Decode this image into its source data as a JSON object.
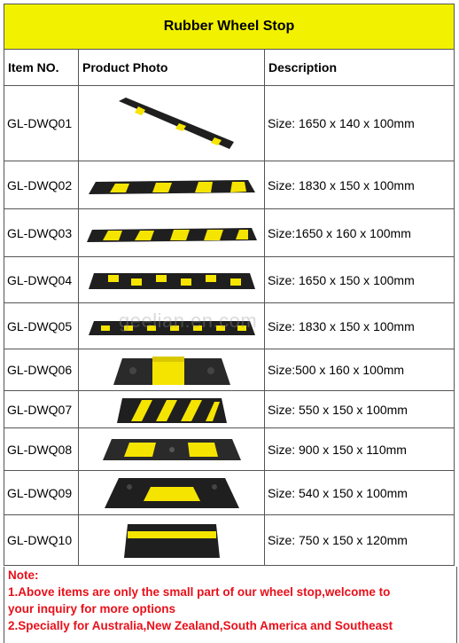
{
  "title": "Rubber Wheel Stop",
  "headers": {
    "item": "Item NO.",
    "photo": "Product Photo",
    "description": "Description"
  },
  "colors": {
    "title_bg": "#f2f200",
    "note_text": "#e8101a",
    "stopper_black": "#1f1f1f",
    "stripe_yellow": "#f5e400"
  },
  "rows": [
    {
      "item": "GL-DWQ01",
      "description": "Size: 1650 x 140 x 100mm",
      "photo_icon": "long-stopper-angled-icon"
    },
    {
      "item": "GL-DWQ02",
      "description": "Size: 1830 x 150 x 100mm",
      "photo_icon": "long-stopper-trapezoid-stripes-icon"
    },
    {
      "item": "GL-DWQ03",
      "description": "Size:1650 x 160 x 100mm",
      "photo_icon": "long-stopper-diagonal-stripes-icon"
    },
    {
      "item": "GL-DWQ04",
      "description": "Size: 1650 x 150 x 100mm",
      "photo_icon": "long-stopper-block-stripes-icon"
    },
    {
      "item": "GL-DWQ05",
      "description": "Size: 1830 x 150 x 100mm",
      "photo_icon": "long-stopper-small-stripes-icon"
    },
    {
      "item": "GL-DWQ06",
      "description": "Size:500 x 160 x 100mm",
      "photo_icon": "short-stopper-center-block-icon"
    },
    {
      "item": "GL-DWQ07",
      "description": "Size: 550 x 150 x 100mm",
      "photo_icon": "short-stopper-diagonal-stripes-icon"
    },
    {
      "item": "GL-DWQ08",
      "description": "Size: 900 x 150 x 110mm",
      "photo_icon": "medium-stopper-yellow-blocks-icon"
    },
    {
      "item": "GL-DWQ09",
      "description": "Size: 540 x 150 x 100mm",
      "photo_icon": "short-stopper-center-stripe-icon"
    },
    {
      "item": "GL-DWQ10",
      "description": "Size: 750 x 150 x 120mm",
      "photo_icon": "box-stopper-yellow-band-icon"
    }
  ],
  "note": {
    "heading": "Note:",
    "lines": [
      "1.Above items are only the small part of our wheel stop,welcome to",
      "your inquiry for more options",
      "2.Specially for Australia,New Zealand,South America and Southeast"
    ]
  },
  "watermark": "geelian.en.com"
}
